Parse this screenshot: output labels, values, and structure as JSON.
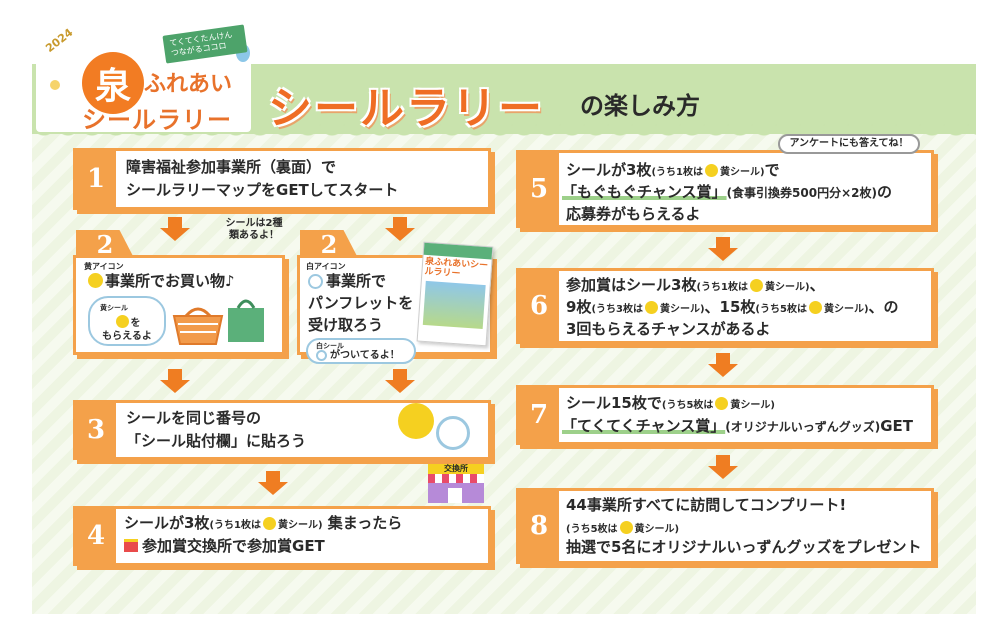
{
  "logo": {
    "year": "2024",
    "kanji": "泉",
    "line1": "ふれあい",
    "line2": "シールラリー",
    "banner": "てくてくたんけん つながるココロ"
  },
  "header": {
    "title": "シールラリー",
    "subtitle": "の楽しみ方",
    "colors": {
      "accent": "#ef6d24",
      "band": "#c9e3ad",
      "box_border": "#f4a14a",
      "arrow": "#ef7d22"
    }
  },
  "steps": {
    "s1": {
      "num": "1",
      "line1": "障害福祉参加事業所（裏面）で",
      "line2": "シールラリーマップをGETしてスタート"
    },
    "s2a": {
      "num": "2",
      "tag": "黄アイコン",
      "main": "事業所でお買い物♪",
      "bubble_tag": "黄シール",
      "bubble_a": "を",
      "bubble_b": "もらえるよ"
    },
    "note_top": "シールは2種類あるよ！",
    "s2b": {
      "num": "2",
      "tag": "白アイコン",
      "line1": "事業所で",
      "line2": "パンフレットを",
      "line3": "受け取ろう",
      "bubble_tag": "白シール",
      "bubble": "がついてるよ！",
      "pamphlet_title": "泉ふれあいシールラリー"
    },
    "s3": {
      "num": "3",
      "line1": "シールを同じ番号の",
      "line2": "「シール貼付欄」に貼ろう",
      "shop_sign": "交換所"
    },
    "s4": {
      "num": "4",
      "line1a": "シールが3枚",
      "line1b": "(うち1枚は",
      "line1c": "黄シール)",
      "line1d": "集まったら",
      "line2": "参加賞交換所で参加賞GET"
    },
    "note_survey": "アンケートにも答えてね！",
    "s5": {
      "num": "5",
      "l1a": "シールが3枚",
      "l1b": "(うち1枚は",
      "l1c": "黄シール)",
      "l1d": "で",
      "l2a": "「もぐもぐチャンス賞」",
      "l2b": "(食事引換券500円分×2枚)",
      "l2c": "の",
      "l3": "応募券がもらえるよ"
    },
    "s6": {
      "num": "6",
      "l1a": "参加賞はシール3枚",
      "l1b": "(うち1枚は",
      "l1c": "黄シール)",
      "l1d": "、",
      "l2a": "9枚",
      "l2b": "(うち3枚は",
      "l2c": "黄シール)",
      "l2d": "、15枚",
      "l2e": "(うち5枚は",
      "l2f": "黄シール)",
      "l2g": "、の",
      "l3": "3回もらえるチャンスがあるよ"
    },
    "s7": {
      "num": "7",
      "l1a": "シール15枚で",
      "l1b": "(うち5枚は",
      "l1c": "黄シール)",
      "l2a": "「てくてくチャンス賞」",
      "l2b": "(オリジナルいっずんグッズ)",
      "l2c": "GET"
    },
    "s8": {
      "num": "8",
      "l1": "44事業所すべてに訪問してコンプリート!",
      "l2a": "(うち5枚は",
      "l2b": "黄シール)",
      "l3": "抽選で5名にオリジナルいっずんグッズをプレゼント"
    }
  }
}
